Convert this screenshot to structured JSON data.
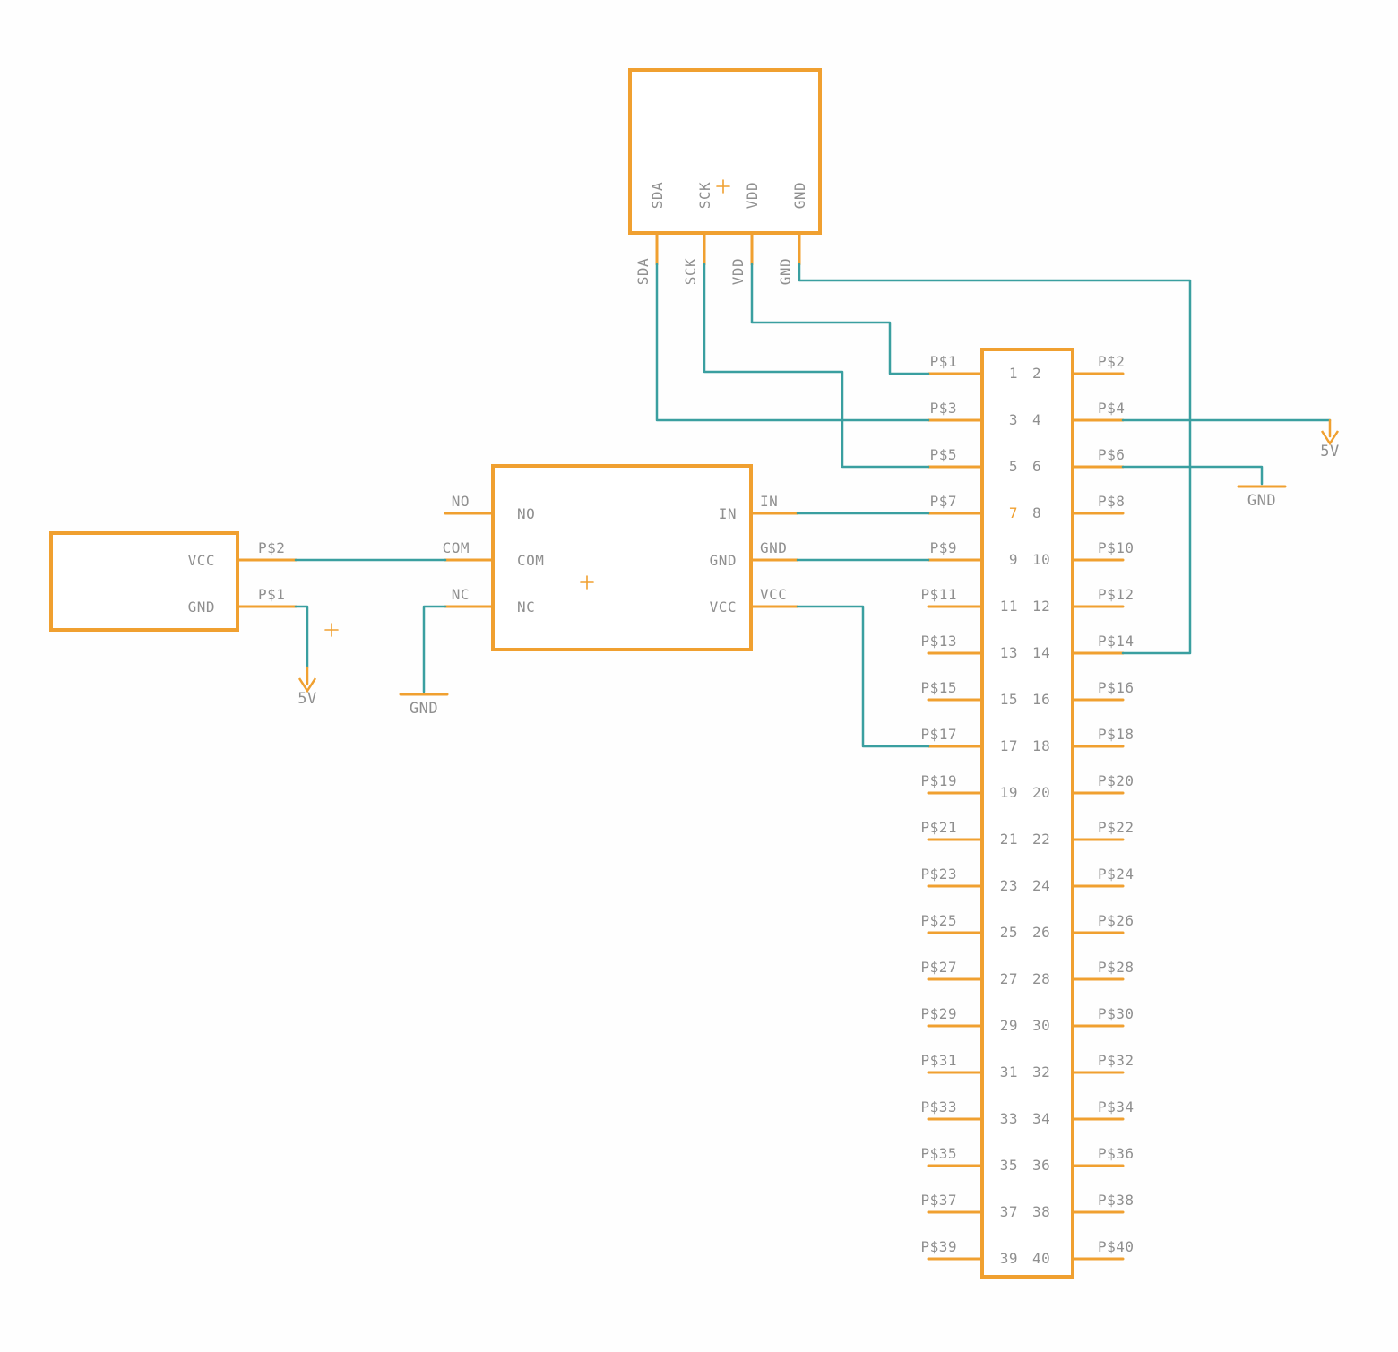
{
  "colors": {
    "component": "#F0A030",
    "wire": "#3A9FA0",
    "label": "#8F8F8F",
    "background": "#FEFEFE"
  },
  "sensor": {
    "pin_names": [
      "SDA",
      "SCK",
      "VDD",
      "GND"
    ],
    "net_labels": [
      "SDA",
      "SCK",
      "VDD",
      "GND"
    ]
  },
  "relay": {
    "left_pin_names": [
      "NO",
      "COM",
      "NC"
    ],
    "right_pin_names": [
      "IN",
      "GND",
      "VCC"
    ],
    "left_net_labels": [
      "NO",
      "COM",
      "NC"
    ],
    "right_net_labels": [
      "IN",
      "GND",
      "VCC"
    ]
  },
  "power_module": {
    "pin_names": [
      "VCC",
      "GND"
    ],
    "pad_labels": [
      "P$2",
      "P$1"
    ]
  },
  "header": {
    "left_pad_labels": [
      "P$1",
      "P$3",
      "P$5",
      "P$7",
      "P$9",
      "P$11",
      "P$13",
      "P$15",
      "P$17",
      "P$19",
      "P$21",
      "P$23",
      "P$25",
      "P$27",
      "P$29",
      "P$31",
      "P$33",
      "P$35",
      "P$37",
      "P$39"
    ],
    "right_pad_labels": [
      "P$2",
      "P$4",
      "P$6",
      "P$8",
      "P$10",
      "P$12",
      "P$14",
      "P$16",
      "P$18",
      "P$20",
      "P$22",
      "P$24",
      "P$26",
      "P$28",
      "P$30",
      "P$32",
      "P$34",
      "P$36",
      "P$38",
      "P$40"
    ],
    "left_pin_numbers": [
      "1",
      "3",
      "5",
      "7",
      "9",
      "11",
      "13",
      "15",
      "17",
      "19",
      "21",
      "23",
      "25",
      "27",
      "29",
      "31",
      "33",
      "35",
      "37",
      "39"
    ],
    "right_pin_numbers": [
      "2",
      "4",
      "6",
      "8",
      "10",
      "12",
      "14",
      "16",
      "18",
      "20",
      "22",
      "24",
      "26",
      "28",
      "30",
      "32",
      "34",
      "36",
      "38",
      "40"
    ],
    "highlighted_pin": "7"
  },
  "power_symbols": {
    "five_volt_label": "5V",
    "ground_label": "GND"
  }
}
